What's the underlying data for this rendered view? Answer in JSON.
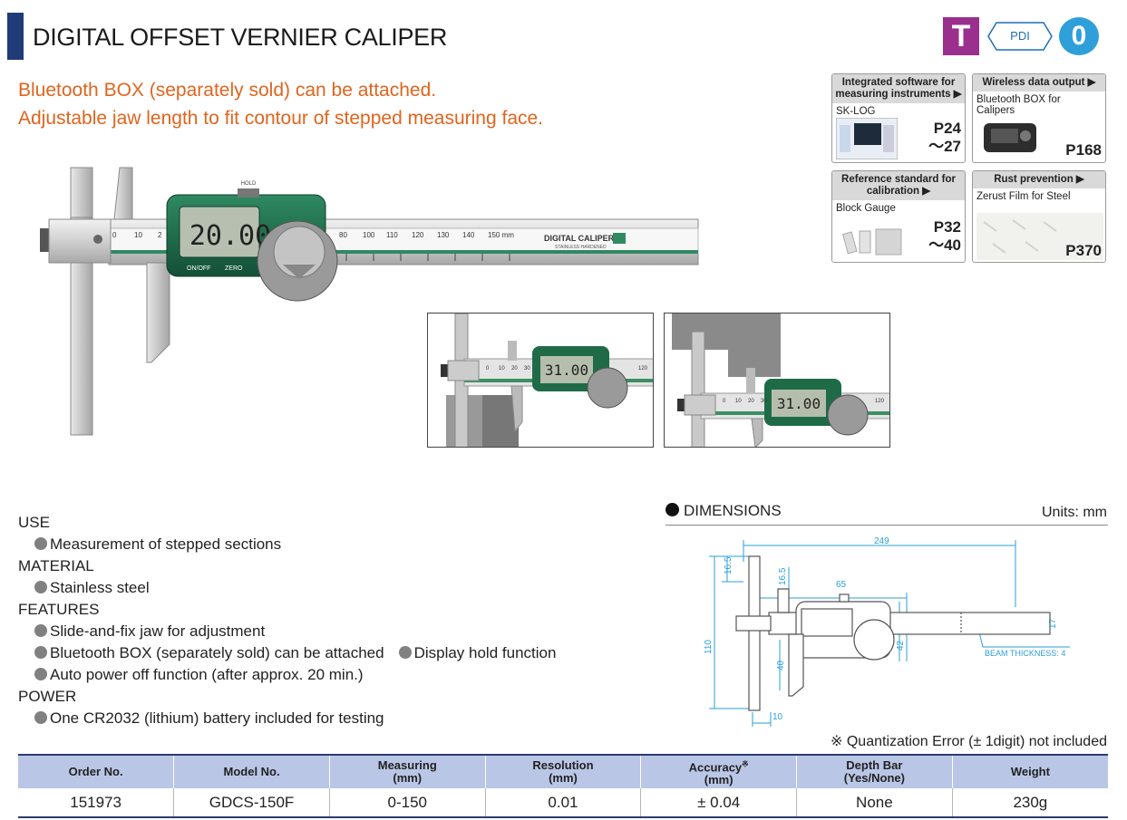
{
  "header": {
    "title": "DIGITAL OFFSET VERNIER CALIPER"
  },
  "badges": {
    "t": "T",
    "pdi": "PDI",
    "zero": "0"
  },
  "taglines": [
    "Bluetooth BOX (separately sold) can be attached.",
    "Adjustable jaw length to fit contour of stepped measuring face."
  ],
  "product_image": {
    "display_reading": "20.00",
    "hold_label": "HOLD",
    "on_off_label": "ON/OFF",
    "zero_label": "ZERO",
    "beam_label": "DIGITAL CALIPER",
    "beam_sublabel": "STAINLESS HARDENED",
    "scale_left": [
      "0",
      "10",
      "2"
    ],
    "scale_right": [
      "80",
      "100",
      "110",
      "120",
      "130",
      "140",
      "150 mm"
    ]
  },
  "ref_cards": [
    {
      "title": "Integrated software for measuring instruments ▶",
      "sub": "SK-LOG",
      "page": [
        "P24",
        "〜27"
      ]
    },
    {
      "title": "Wireless data output ▶",
      "sub": "Bluetooth BOX for Calipers",
      "page": [
        "P168"
      ]
    },
    {
      "title": "Reference standard for calibration ▶",
      "sub": "Block Gauge",
      "page": [
        "P32",
        "〜40"
      ]
    },
    {
      "title": "Rust prevention ▶",
      "sub": "Zerust Film for Steel",
      "page": [
        "P370"
      ]
    }
  ],
  "photos": [
    {
      "reading": "31.00",
      "scale": [
        "0",
        "10",
        "20",
        "30"
      ],
      "scale_end": "120"
    },
    {
      "reading": "31.00",
      "scale": [
        "0",
        "10",
        "20",
        "30"
      ],
      "scale_end": "120"
    }
  ],
  "spec": {
    "use_head": "USE",
    "use_items": [
      "Measurement of stepped sections"
    ],
    "material_head": "MATERIAL",
    "material_items": [
      "Stainless steel"
    ],
    "features_head": "FEATURES",
    "features_items": [
      "Slide-and-fix jaw for adjustment",
      "Bluetooth BOX (separately sold) can be attached",
      "Display hold function",
      "Auto power off function (after approx. 20 min.)"
    ],
    "power_head": "POWER",
    "power_items": [
      "One CR2032 (lithium) battery included for testing"
    ]
  },
  "dimensions": {
    "title": "DIMENSIONS",
    "units": "Units: mm",
    "labels": {
      "total": "249",
      "jaw_top": "16.5",
      "jaw_top2": "16.5",
      "slider": "65",
      "height": "17",
      "body": "42",
      "depth": "40",
      "overall": "110",
      "tip": "10",
      "beam": "BEAM THICKNESS: 4"
    }
  },
  "note": "※ Quantization Error (± 1digit) not included",
  "table": {
    "headers": [
      {
        "l1": "Order No.",
        "l2": ""
      },
      {
        "l1": "Model No.",
        "l2": ""
      },
      {
        "l1": "Measuring",
        "l2": "(mm)"
      },
      {
        "l1": "Resolution",
        "l2": "(mm)"
      },
      {
        "l1": "Accuracy",
        "l2": "(mm)",
        "mark": "※"
      },
      {
        "l1": "Depth Bar",
        "l2": "(Yes/None)"
      },
      {
        "l1": "Weight",
        "l2": ""
      }
    ],
    "row": [
      "151973",
      "GDCS-150F",
      "0-150",
      "0.01",
      "± 0.04",
      "None",
      "230g"
    ]
  }
}
